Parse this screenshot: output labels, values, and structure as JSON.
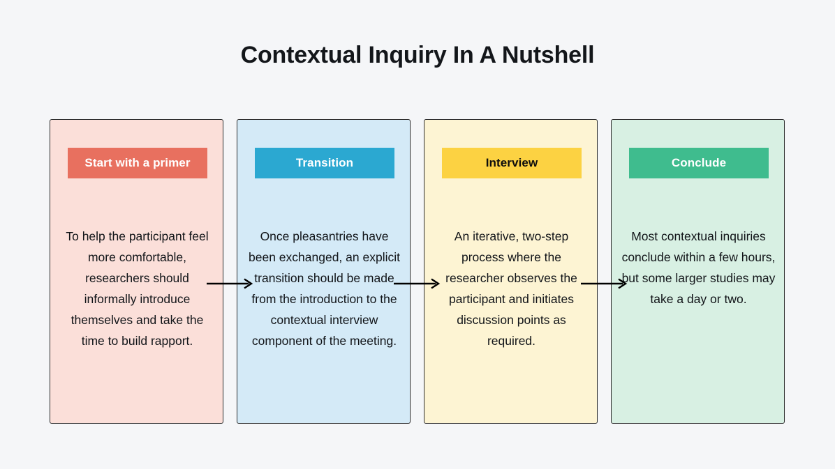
{
  "page": {
    "title": "Contextual Inquiry In A Nutshell",
    "background_color": "#F5F6F8",
    "title_color": "#13161A"
  },
  "diagram": {
    "type": "linear-process-flow",
    "orientation": "horizontal",
    "connector_color": "#000000",
    "card_border_color": "#2C2C2C",
    "steps": [
      {
        "index": 1,
        "label": "Start with a primer",
        "description": "To help the participant feel more comfortable, researchers should informally introduce themselves and take the time to build rapport.",
        "header_color": "#E8705F",
        "header_text_color": "#FFFFFF",
        "card_color": "#FBDFD9"
      },
      {
        "index": 2,
        "label": "Transition",
        "description": "Once pleasantries have been exchanged, an explicit transition should be made from the introduction to the contextual interview component of the meeting.",
        "header_color": "#2BA8D1",
        "header_text_color": "#FFFFFF",
        "card_color": "#D4EAF7"
      },
      {
        "index": 3,
        "label": "Interview",
        "description": "An iterative, two-step process where the researcher observes the participant and initiates discussion points as required.",
        "header_color": "#FCD242",
        "header_text_color": "#0D0D0D",
        "card_color": "#FDF4D3"
      },
      {
        "index": 4,
        "label": "Conclude",
        "description": "Most contextual inquiries conclude within a few hours, but some larger studies may take a day or two.",
        "header_color": "#3FBC8E",
        "header_text_color": "#FFFFFF",
        "card_color": "#D8F0E3"
      }
    ],
    "connectors": [
      {
        "from": "Start with a primer",
        "to": "Transition",
        "arrow": "right"
      },
      {
        "from": "Transition",
        "to": "Interview",
        "arrow": "right"
      },
      {
        "from": "Interview",
        "to": "Conclude",
        "arrow": "right"
      }
    ]
  }
}
